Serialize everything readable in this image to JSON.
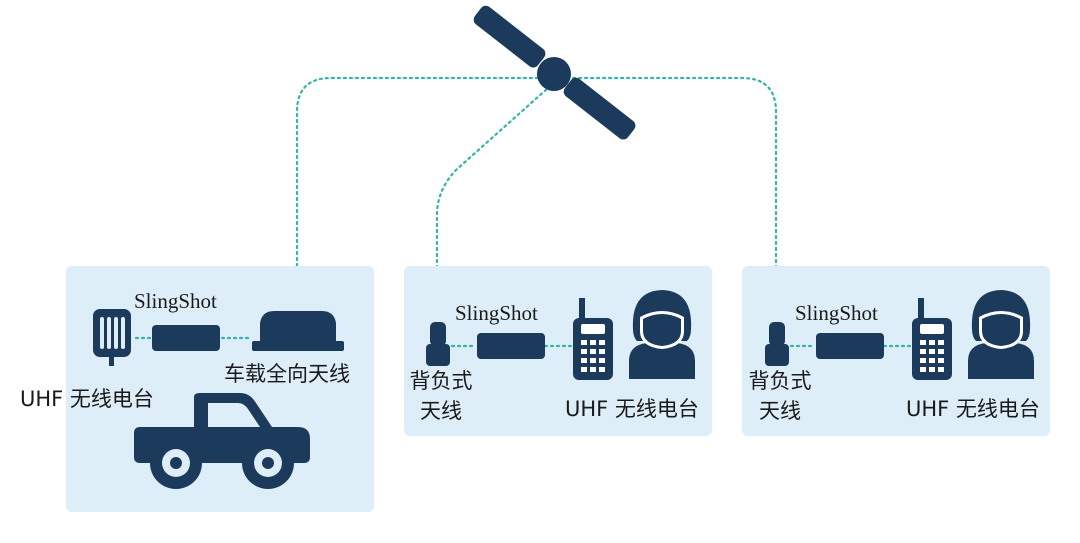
{
  "colors": {
    "panel_bg": "#deeef8",
    "icon_navy": "#1b3a5c",
    "link_teal": "#35b3ad"
  },
  "panels": [
    {
      "id": "vehicle",
      "slingshot_label": "SlingShot",
      "antenna_label": "车载全向天线",
      "radio_label": "UHF 无线电台",
      "icons": [
        "handheld-radio-icon",
        "slingshot-device-icon",
        "vehicle-antenna-icon",
        "pickup-truck-icon"
      ]
    },
    {
      "id": "manpack-1",
      "slingshot_label": "SlingShot",
      "antenna_label": "背负式\n天线",
      "radio_label": "UHF 无线电台",
      "icons": [
        "manpack-antenna-icon",
        "slingshot-device-icon",
        "walkie-talkie-icon",
        "soldier-icon"
      ]
    },
    {
      "id": "manpack-2",
      "slingshot_label": "SlingShot",
      "antenna_label": "背负式\n天线",
      "radio_label": "UHF 无线电台",
      "icons": [
        "manpack-antenna-icon",
        "slingshot-device-icon",
        "walkie-talkie-icon",
        "soldier-icon"
      ]
    }
  ],
  "satellite": {
    "icon": "satellite-icon"
  }
}
